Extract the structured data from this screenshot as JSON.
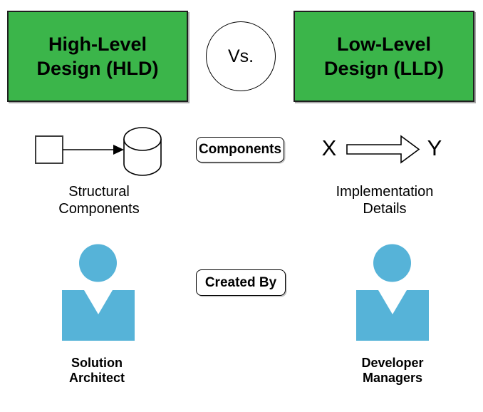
{
  "header": {
    "hld": {
      "line1": "High-Level",
      "line2": "Design (HLD)"
    },
    "versus": "Vs.",
    "lld": {
      "line1": "Low-Level",
      "line2": "Design (LLD)"
    }
  },
  "components_row": {
    "badge": "Components",
    "hld_caption": {
      "line1": "Structural",
      "line2": "Components"
    },
    "transform": {
      "from": "X",
      "to": "Y"
    },
    "lld_caption": {
      "line1": "Implementation",
      "line2": "Details"
    }
  },
  "created_by_row": {
    "badge": "Created By",
    "hld_caption": {
      "line1": "Solution",
      "line2": "Architect"
    },
    "lld_caption": {
      "line1": "Developer",
      "line2": "Managers"
    }
  },
  "icons": {
    "hld_components": "square-to-database-icon",
    "lld_transform": "block-arrow-icon",
    "hld_creator": "person-icon",
    "lld_creator": "person-icon"
  },
  "colors": {
    "box_green": "#3bb54a",
    "person_blue": "#56b3d8",
    "outline_black": "#1f1f1f",
    "background": "#ffffff"
  }
}
